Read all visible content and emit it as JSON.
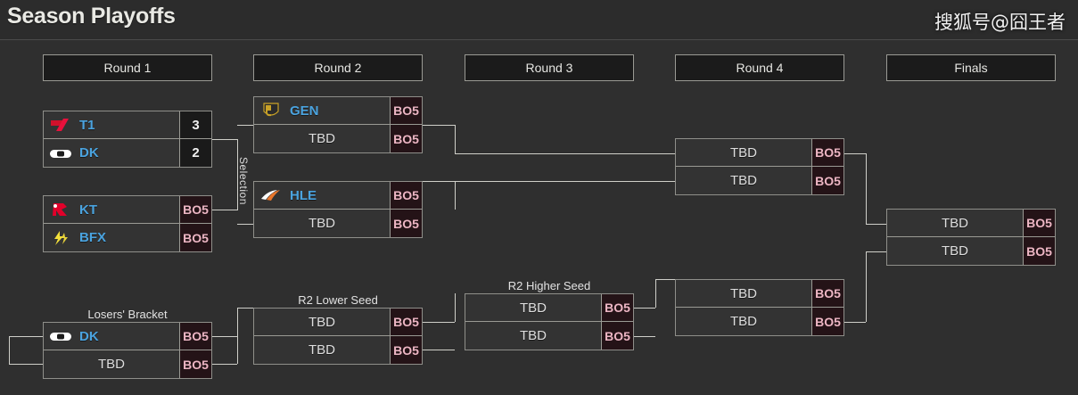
{
  "header": {
    "title": "Season Playoffs",
    "watermark": "搜狐号@囧王者"
  },
  "rounds": [
    {
      "label": "Round 1"
    },
    {
      "label": "Round 2"
    },
    {
      "label": "Round 3"
    },
    {
      "label": "Round 4"
    },
    {
      "label": "Finals"
    }
  ],
  "labels": {
    "selection": "Selection",
    "losers_bracket": "Losers' Bracket",
    "r2_lower_seed": "R2 Lower Seed",
    "r2_higher_seed": "R2 Higher Seed"
  },
  "bo_text": "BO5",
  "tbd_text": "TBD",
  "matches": {
    "r1_m1": {
      "top": {
        "team": "T1",
        "logo": "t1-logo",
        "score": "3"
      },
      "bottom": {
        "team": "DK",
        "logo": "dk-logo",
        "score": "2"
      }
    },
    "r1_m2": {
      "top": {
        "team": "KT",
        "logo": "kt-logo",
        "score": "BO5"
      },
      "bottom": {
        "team": "BFX",
        "logo": "bfx-logo",
        "score": "BO5"
      }
    },
    "r2_m1": {
      "top": {
        "team": "GEN",
        "logo": "gen-logo",
        "score": "BO5"
      },
      "bottom": {
        "team": "TBD",
        "logo": "none",
        "score": "BO5"
      }
    },
    "r2_m2": {
      "top": {
        "team": "HLE",
        "logo": "hle-logo",
        "score": "BO5"
      },
      "bottom": {
        "team": "TBD",
        "logo": "none",
        "score": "BO5"
      }
    },
    "losers_m1": {
      "top": {
        "team": "DK",
        "logo": "dk-logo",
        "score": "BO5"
      },
      "bottom": {
        "team": "TBD",
        "logo": "none",
        "score": "BO5"
      }
    },
    "r2_lower": {
      "top": {
        "team": "TBD",
        "logo": "none",
        "score": "BO5"
      },
      "bottom": {
        "team": "TBD",
        "logo": "none",
        "score": "BO5"
      }
    },
    "r2_higher": {
      "top": {
        "team": "TBD",
        "logo": "none",
        "score": "BO5"
      },
      "bottom": {
        "team": "TBD",
        "logo": "none",
        "score": "BO5"
      }
    },
    "r4_upper": {
      "top": {
        "team": "TBD",
        "logo": "none",
        "score": "BO5"
      },
      "bottom": {
        "team": "TBD",
        "logo": "none",
        "score": "BO5"
      }
    },
    "r4_lower": {
      "top": {
        "team": "TBD",
        "logo": "none",
        "score": "BO5"
      },
      "bottom": {
        "team": "TBD",
        "logo": "none",
        "score": "BO5"
      }
    },
    "finals": {
      "top": {
        "team": "TBD",
        "logo": "none",
        "score": "BO5"
      },
      "bottom": {
        "team": "TBD",
        "logo": "none",
        "score": "BO5"
      }
    }
  },
  "colors": {
    "background": "#2f2f2f",
    "box_background": "#333333",
    "box_border": "#8f8f8a",
    "team_name": "#4aa3df",
    "bo_text": "#edb6c4",
    "score_text": "#f0f0f0",
    "connector": "#cfcfc9"
  }
}
